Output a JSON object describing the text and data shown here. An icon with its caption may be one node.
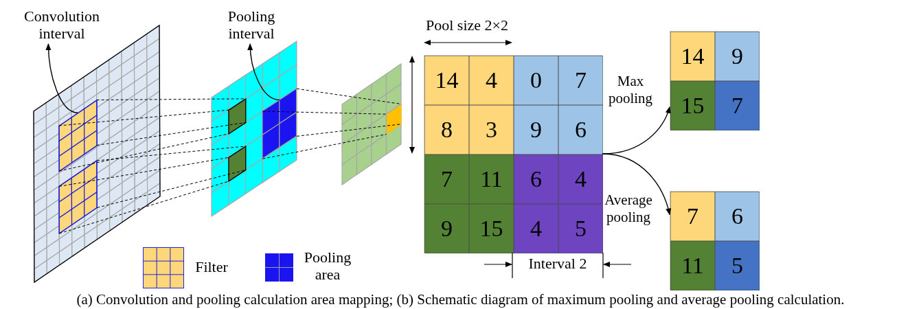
{
  "diagram": {
    "caption": "(a) Convolution and pooling calculation area mapping; (b) Schematic diagram of maximum pooling and average pooling calculation.",
    "nodes": [
      {
        "text": [
          "Convolution interval"
        ]
      },
      {
        "text": [
          "Pooling interval"
        ]
      },
      {
        "text": [],
        "shape": "box"
      },
      {
        "text": [],
        "shape": "box",
        "in": 2
      },
      {
        "text": [],
        "shape": "box",
        "in": 2
      },
      {
        "text": [],
        "shape": "box"
      },
      {
        "text": [],
        "shape": "box",
        "in": 5
      },
      {
        "text": [],
        "shape": "box",
        "in": 5
      },
      {
        "text": [],
        "shape": "box",
        "in": 5
      },
      {
        "text": [],
        "shape": "box"
      },
      {
        "text": [],
        "shape": "box",
        "in": 9
      },
      {
        "text": [],
        "shape": "box"
      },
      {
        "text": [
          "14"
        ],
        "in": 11
      },
      {
        "text": [
          "4"
        ],
        "in": 11
      },
      {
        "text": [
          "0"
        ],
        "in": 11
      },
      {
        "text": [
          "7"
        ],
        "in": 11
      },
      {
        "text": [
          "8"
        ],
        "in": 11
      },
      {
        "text": [
          "3"
        ],
        "in": 11
      },
      {
        "text": [
          "9"
        ],
        "in": 11
      },
      {
        "text": [
          "6"
        ],
        "in": 11
      },
      {
        "text": [
          "7"
        ],
        "in": 11
      },
      {
        "text": [
          "11"
        ],
        "in": 11
      },
      {
        "text": [
          "6"
        ],
        "in": 11
      },
      {
        "text": [
          "4"
        ],
        "in": 11
      },
      {
        "text": [
          "9"
        ],
        "in": 11
      },
      {
        "text": [
          "15"
        ],
        "in": 11
      },
      {
        "text": [
          "4"
        ],
        "in": 11
      },
      {
        "text": [
          "5"
        ],
        "in": 11
      },
      {
        "text": [],
        "shape": "box"
      },
      {
        "text": [
          "14"
        ],
        "in": 28
      },
      {
        "text": [
          "9"
        ],
        "in": 28
      },
      {
        "text": [
          "15"
        ],
        "in": 28
      },
      {
        "text": [
          "7"
        ],
        "in": 28
      },
      {
        "text": [],
        "shape": "box"
      },
      {
        "text": [
          "7"
        ],
        "in": 33
      },
      {
        "text": [
          "6"
        ],
        "in": 33
      },
      {
        "text": [
          "11"
        ],
        "in": 33
      },
      {
        "text": [
          "5"
        ],
        "in": 33
      }
    ],
    "edges": [
      {
        "from": 3,
        "to": 0,
        "arrow": "to"
      },
      {
        "from": 8,
        "to": 1,
        "arrow": "to"
      },
      {
        "from": 3,
        "to": 6,
        "arrow": "none",
        "style": "dashed"
      },
      {
        "from": 3,
        "to": 6,
        "arrow": "none",
        "style": "dashed"
      },
      {
        "from": 3,
        "to": 6,
        "arrow": "none",
        "style": "dashed"
      },
      {
        "from": 3,
        "to": 6,
        "arrow": "none",
        "style": "dashed"
      },
      {
        "from": 4,
        "to": 7,
        "arrow": "none",
        "style": "dashed"
      },
      {
        "from": 4,
        "to": 7,
        "arrow": "none",
        "style": "dashed"
      },
      {
        "from": 4,
        "to": 7,
        "arrow": "none",
        "style": "dashed"
      },
      {
        "from": 4,
        "to": 7,
        "arrow": "none",
        "style": "dashed"
      },
      {
        "from": 8,
        "to": 10,
        "arrow": "none",
        "style": "dashed"
      },
      {
        "from": 8,
        "to": 10,
        "arrow": "none",
        "style": "dashed"
      },
      {
        "from": 8,
        "to": 10,
        "arrow": "none",
        "style": "dashed"
      },
      {
        "from": 8,
        "to": 10,
        "arrow": "none",
        "style": "dashed"
      },
      {
        "from": 11,
        "to": 28,
        "arrow": "to",
        "label": "Max pooling"
      },
      {
        "from": 11,
        "to": 33,
        "arrow": "to",
        "label": "Average pooling"
      }
    ],
    "labels": [
      "Pool size 2×2",
      "Interval 2"
    ],
    "legend": [
      {
        "text": "Filter"
      },
      {
        "text": "Pooling area"
      }
    ]
  }
}
